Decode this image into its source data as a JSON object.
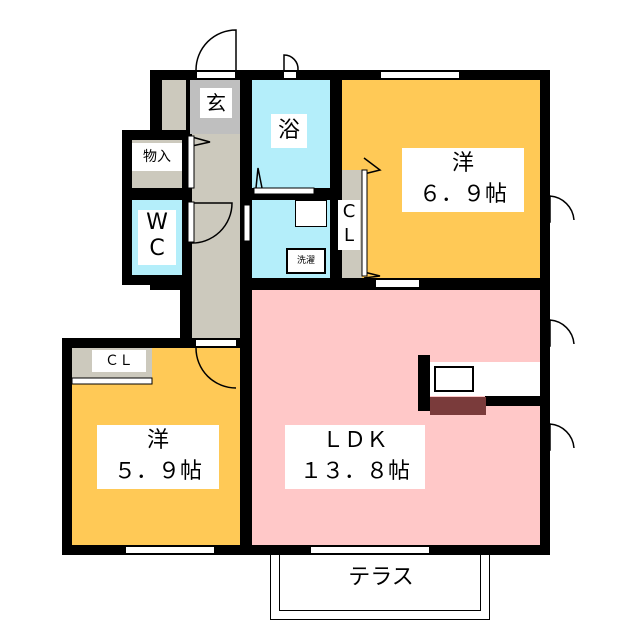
{
  "rooms": {
    "entrance": "玄",
    "bath": "浴",
    "storage": "物入",
    "wc_1": "W",
    "wc_2": "C",
    "washer": "洗濯",
    "closet_1": "C",
    "closet_2": "L",
    "closet_bedroom2": "ＣＬ",
    "bedroom1_name": "洋",
    "bedroom1_size": "６．９帖",
    "bedroom2_name": "洋",
    "bedroom2_size": "５．９帖",
    "ldk_name": "ＬＤＫ",
    "ldk_size": "１３．８帖",
    "terrace": "テラス"
  },
  "colors": {
    "bedroom": "#FFC956",
    "wet": "#B4EEFA",
    "ldk": "#FFC8C8",
    "hall": "#CCC9BD",
    "entrance": "#BFBFBF",
    "kitchen_accent": "#7A3B3B"
  }
}
